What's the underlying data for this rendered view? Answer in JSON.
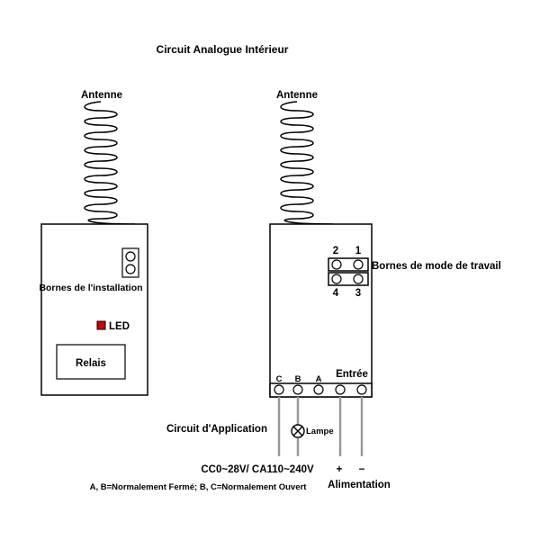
{
  "title": "Circuit Analogue Intérieur",
  "left_module": {
    "antenna_label": "Antenne",
    "install_terminals_label": "Bornes de l'installation",
    "led_label": "LED",
    "relay_label": "Relais"
  },
  "right_module": {
    "antenna_label": "Antenne",
    "work_mode_label": "Bornes de mode de travail",
    "pin_numbers": [
      "2",
      "1",
      "4",
      "3"
    ],
    "input_label": "Entrée",
    "terminal_letters": [
      "C",
      "B",
      "A"
    ]
  },
  "wiring": {
    "application_label": "Circuit d'Application",
    "lamp_label": "Lampe",
    "voltage_label": "CC0~28V/ CA110~240V",
    "contacts_note": "A, B=Normalement Fermé; B, C=Normalement Ouvert",
    "plus_label": "+",
    "minus_label": "−",
    "power_label": "Alimentation"
  },
  "colors": {
    "led": "#d40000",
    "line": "#000000",
    "wire": "#999999",
    "text": "#000000",
    "background": "#ffffff"
  }
}
